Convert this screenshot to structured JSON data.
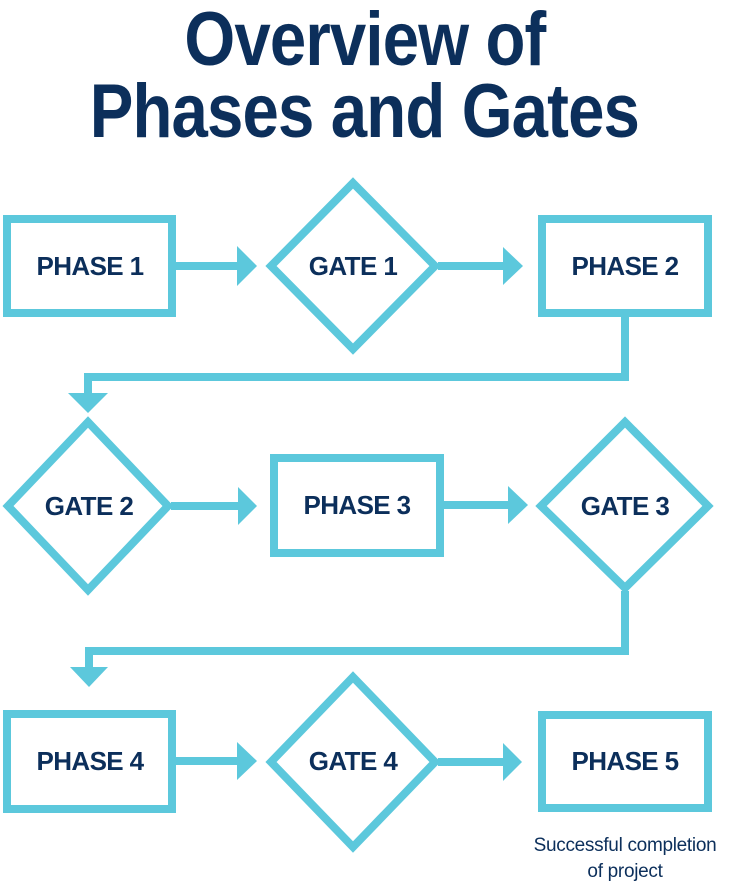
{
  "title": {
    "line1": "Overview of",
    "line2": "Phases and Gates"
  },
  "colors": {
    "accent": "#5cc8dc",
    "text": "#0c2f5b",
    "background": "#ffffff"
  },
  "nodes": [
    {
      "id": "phase-1",
      "type": "phase",
      "label": "PHASE 1"
    },
    {
      "id": "gate-1",
      "type": "gate",
      "label": "GATE 1"
    },
    {
      "id": "phase-2",
      "type": "phase",
      "label": "PHASE 2"
    },
    {
      "id": "gate-2",
      "type": "gate",
      "label": "GATE 2"
    },
    {
      "id": "phase-3",
      "type": "phase",
      "label": "PHASE 3"
    },
    {
      "id": "gate-3",
      "type": "gate",
      "label": "GATE 3"
    },
    {
      "id": "phase-4",
      "type": "phase",
      "label": "PHASE 4"
    },
    {
      "id": "gate-4",
      "type": "gate",
      "label": "GATE 4"
    },
    {
      "id": "phase-5",
      "type": "phase",
      "label": "PHASE 5"
    }
  ],
  "edges": [
    {
      "from": "phase-1",
      "to": "gate-1"
    },
    {
      "from": "gate-1",
      "to": "phase-2"
    },
    {
      "from": "phase-2",
      "to": "gate-2"
    },
    {
      "from": "gate-2",
      "to": "phase-3"
    },
    {
      "from": "phase-3",
      "to": "gate-3"
    },
    {
      "from": "gate-3",
      "to": "phase-4"
    },
    {
      "from": "phase-4",
      "to": "gate-4"
    },
    {
      "from": "gate-4",
      "to": "phase-5"
    }
  ],
  "caption": {
    "line1": "Successful completion",
    "line2": "of project"
  }
}
